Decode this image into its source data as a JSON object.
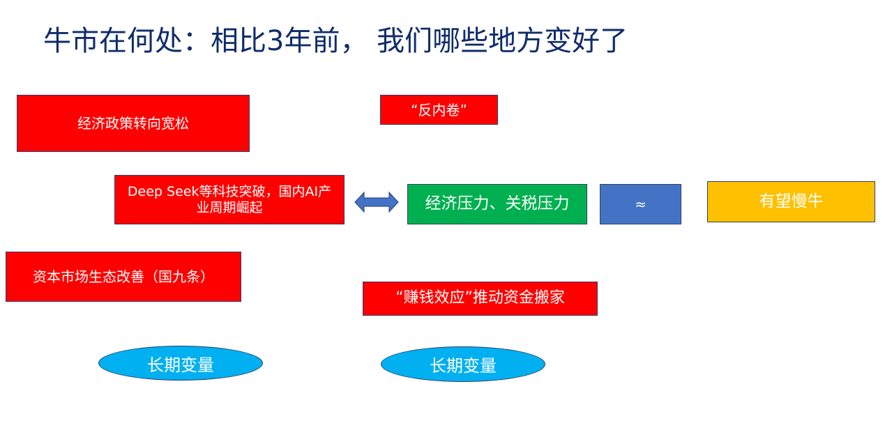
{
  "title": "牛市在何处：相比3年前， 我们哪些地方变好了",
  "boxes": {
    "policy": "经济政策转向宽松",
    "anti_involution": "“反内卷”",
    "tech": "Deep Seek等科技突破，国内AI产业周期崛起",
    "pressure": "经济压力、关税压力",
    "approx": "≈",
    "slow_bull": "有望慢牛",
    "capital_market": "资本市场生态改善（国九条）",
    "money_effect": "“赚钱效应”推动资金搬家"
  },
  "ellipses": {
    "left": "长期变量",
    "right": "长期变量"
  },
  "colors": {
    "red": "#ff0000",
    "green": "#00b050",
    "blue": "#4472c4",
    "yellow": "#ffc000",
    "cyan": "#00b0f0",
    "title": "#0f2c6b"
  }
}
